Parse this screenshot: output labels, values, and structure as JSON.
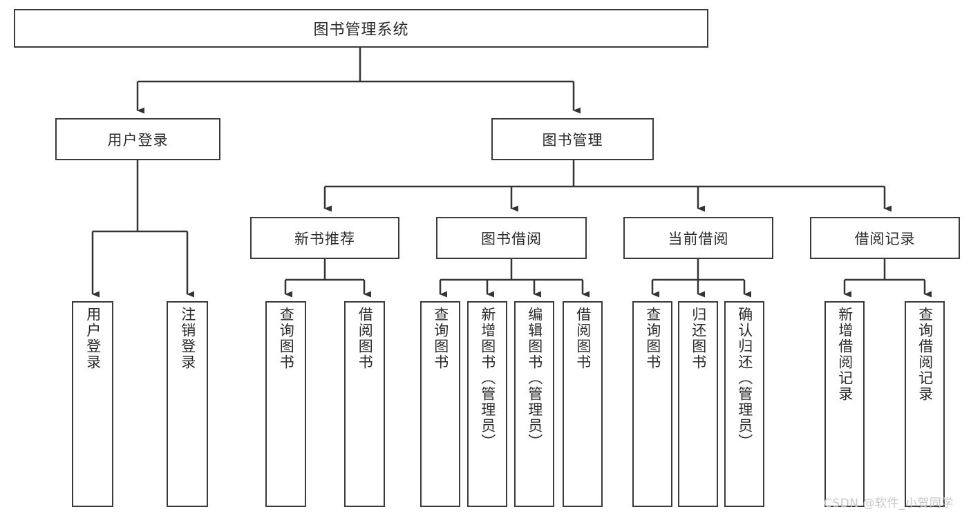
{
  "diagram": {
    "title": "图书管理系统",
    "type": "functional-structure-tree",
    "root": {
      "label": "图书管理系统"
    },
    "level2": [
      {
        "label": "用户登录"
      },
      {
        "label": "图书管理"
      }
    ],
    "level3": [
      {
        "label": "新书推荐"
      },
      {
        "label": "图书借阅"
      },
      {
        "label": "当前借阅"
      },
      {
        "label": "借阅记录"
      }
    ],
    "leaves": {
      "user_login": [
        {
          "label": "用户登录"
        },
        {
          "label": "注销登录"
        }
      ],
      "new_book": [
        {
          "label": "查询图书"
        },
        {
          "label": "借阅图书"
        }
      ],
      "book_borrow": [
        {
          "label": "查询图书"
        },
        {
          "label": "新增图书（管理员）"
        },
        {
          "label": "编辑图书（管理员）"
        },
        {
          "label": "借阅图书"
        }
      ],
      "current_borrow": [
        {
          "label": "查询图书"
        },
        {
          "label": "归还图书"
        },
        {
          "label": "确认归还（管理员）"
        }
      ],
      "borrow_record": [
        {
          "label": "新增借阅记录"
        },
        {
          "label": "查询借阅记录"
        }
      ]
    }
  },
  "watermark": {
    "text": "CSDN @软件_小贺同学"
  },
  "colors": {
    "border": "#3a3a3a",
    "text": "#2b2b2b",
    "background": "#ffffff",
    "wire": "#333333",
    "watermark": "#c8c8c8"
  }
}
